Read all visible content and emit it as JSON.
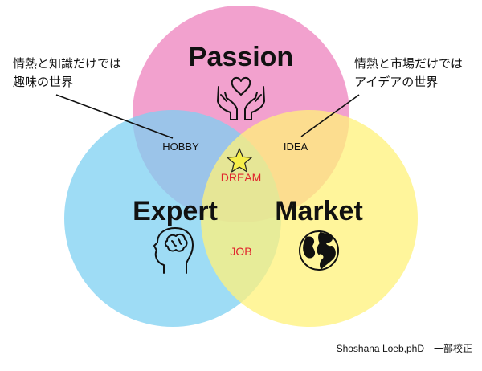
{
  "circles": {
    "passion": {
      "label": "Passion",
      "color": "#ee82be"
    },
    "expert": {
      "label": "Expert",
      "color": "#7dd0f2"
    },
    "market": {
      "label": "Market",
      "color": "#fff27a"
    }
  },
  "overlaps": {
    "hobby": "HOBBY",
    "idea": "IDEA",
    "dream": "DREAM",
    "job": "JOB"
  },
  "notes": {
    "left": {
      "line1": "情熱と知識だけでは",
      "line2": "趣味の世界"
    },
    "right": {
      "line1": "情熱と市場だけでは",
      "line2": "アイデアの世界"
    }
  },
  "credit": "Shoshana Loeb,phD　一部校正",
  "icons": [
    "hands-heart-icon",
    "head-brain-icon",
    "globe-icon",
    "star-icon"
  ],
  "colors": {
    "accent_red": "#e0242d",
    "star": "#f6ee4a"
  }
}
